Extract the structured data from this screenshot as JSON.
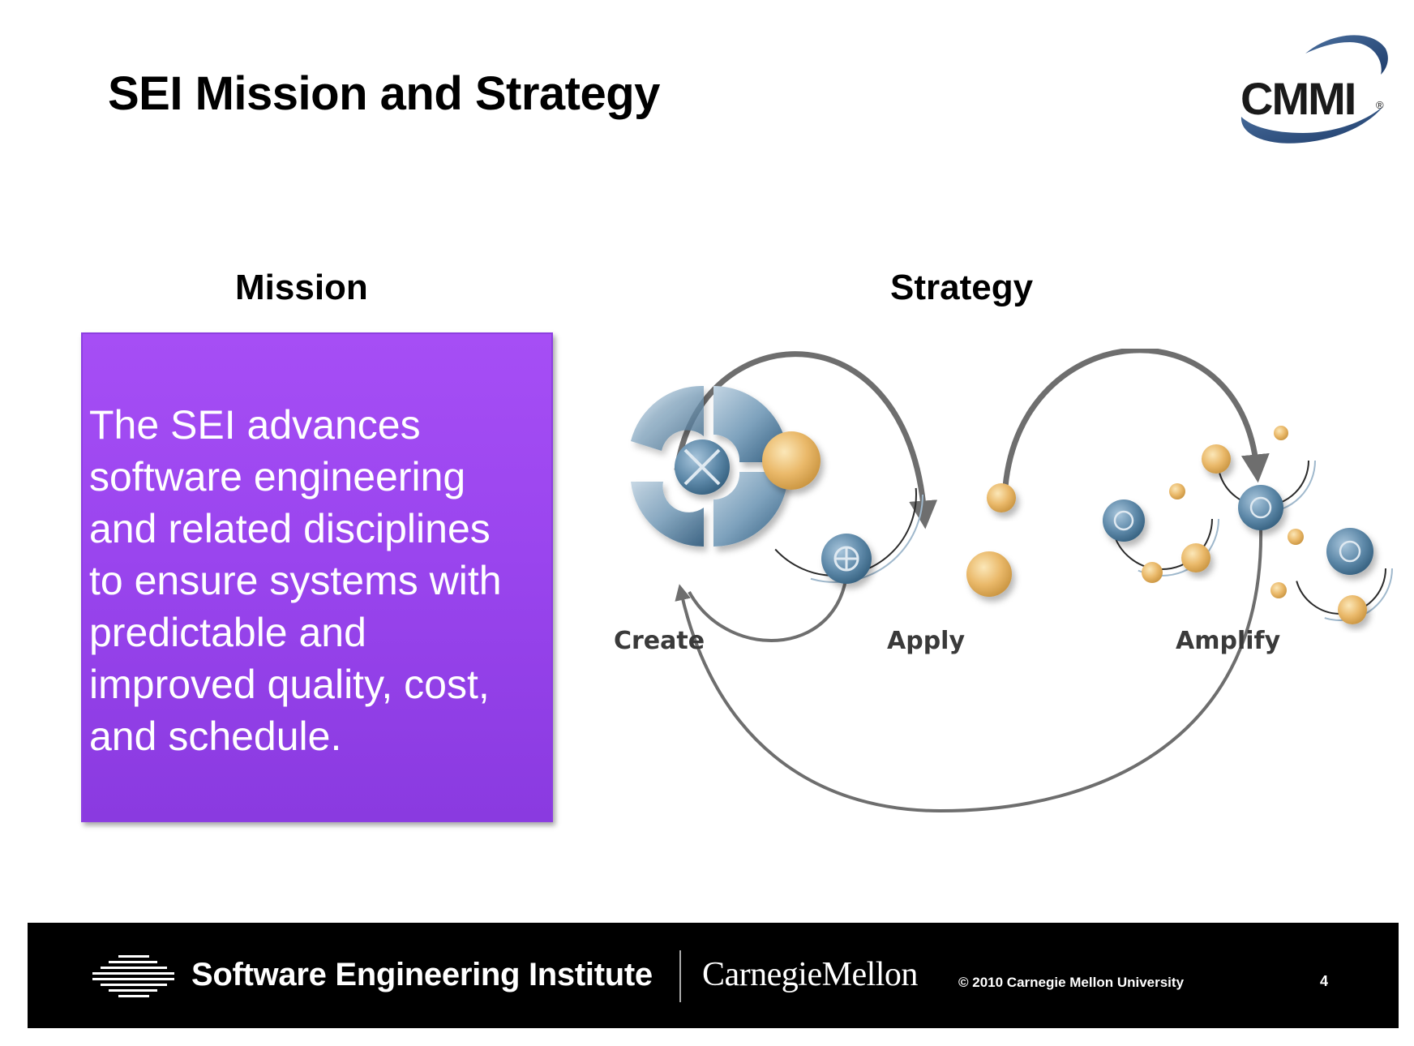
{
  "slide": {
    "title": "SEI Mission and Strategy"
  },
  "logo": {
    "text": "CMMI",
    "registered": "®",
    "ring_color": "#2b4f82"
  },
  "mission": {
    "heading": "Mission",
    "text": "The SEI advances\nsoftware engineering\nand related disciplines\nto ensure systems with\npredictable and\nimproved quality, cost,\nand schedule.",
    "box_color": "#9c47f0"
  },
  "strategy": {
    "heading": "Strategy",
    "stages": [
      {
        "label": "Create"
      },
      {
        "label": "Apply"
      },
      {
        "label": "Amplify"
      }
    ],
    "colors": {
      "blue_steel": "#4a7898",
      "gold": "#e8b860",
      "arrow_gray": "#6e6e6e"
    }
  },
  "footer": {
    "institute": "Software Engineering Institute",
    "university": "CarnegieMellon",
    "copyright": "© 2010 Carnegie Mellon University",
    "page_number": "4"
  }
}
